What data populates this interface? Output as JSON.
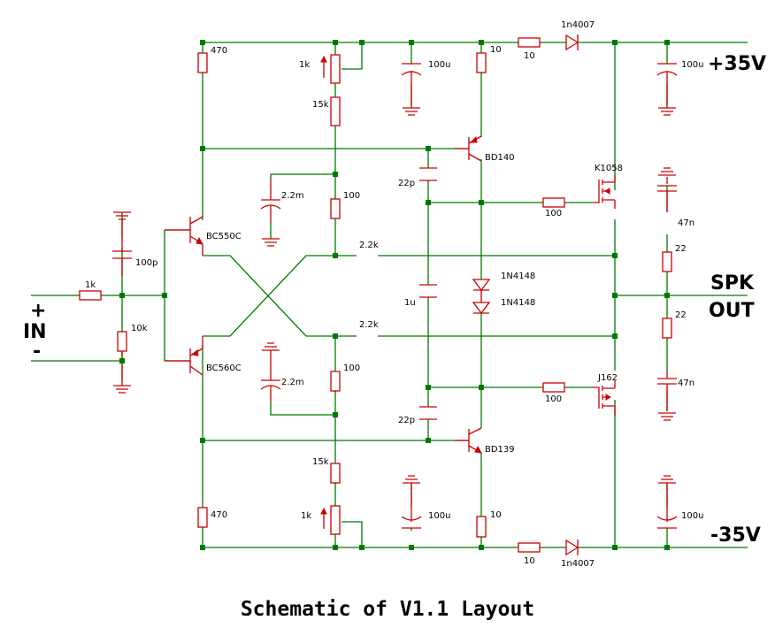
{
  "title": "Schematic of V1.1 Layout",
  "rails": {
    "positive": "+35V",
    "negative": "-35V"
  },
  "io": {
    "input_plus": "+",
    "input_label": "IN",
    "input_minus": "-",
    "output_line1": "SPK",
    "output_line2": "OUT"
  },
  "components": {
    "r_top_left": "470",
    "r_bottom_left": "470",
    "pot_top": "1k",
    "pot_bottom": "1k",
    "r_top_15k": "15k",
    "r_bottom_15k": "15k",
    "r_top_100": "100",
    "r_bottom_100": "100",
    "c_top_100u": "100u",
    "c_bottom_100u": "100u",
    "c_top_right_100u": "100u",
    "c_bottom_right_100u": "100u",
    "r_top_10": "10",
    "r_bottom_10": "10",
    "r_top_series_10": "10",
    "r_bottom_series_10": "10",
    "d_top": "1n4007",
    "d_bottom": "1n4007",
    "q_top_pnp": "BD140",
    "q_bottom_npn": "BD139",
    "mos_top": "K1058",
    "mos_bottom": "J162",
    "c_top_22p": "22p",
    "c_bottom_22p": "22p",
    "c_1u": "1u",
    "c_top_2m2": "2.2m",
    "c_bottom_2m2": "2.2m",
    "r_top_2k2": "2.2k",
    "r_bottom_2k2": "2.2k",
    "d_1n4148_a": "1N4148",
    "d_1n4148_b": "1N4148",
    "r_gate_top": "100",
    "r_gate_bottom": "100",
    "c_zobel_top": "47n",
    "c_zobel_bottom": "47n",
    "r_zobel_top": "22",
    "r_zobel_bottom": "22",
    "q_in_top": "BC550C",
    "q_in_bottom": "BC560C",
    "c_in_100p": "100p",
    "r_in_1k": "1k",
    "r_in_10k": "10k"
  }
}
